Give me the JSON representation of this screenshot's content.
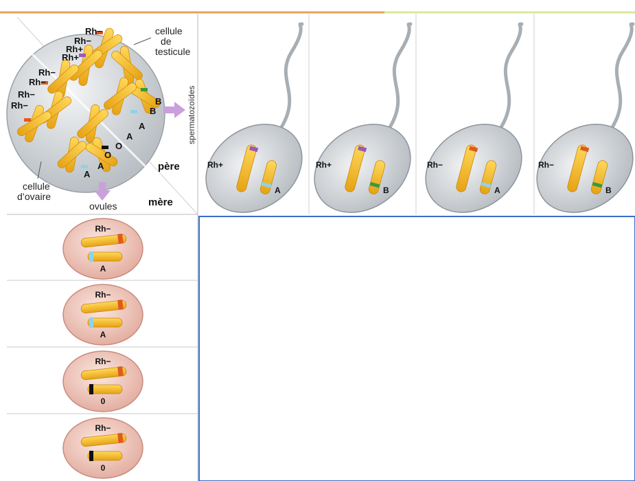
{
  "labels": {
    "testis_cell": [
      "cellule",
      "de",
      "testicule"
    ],
    "ovary_cell": [
      "cellule",
      "d’ovaire"
    ],
    "sperm_vertical": "spermatozoïdes",
    "ovules": "ovules",
    "father": "père",
    "mother": "mère"
  },
  "testis_chromosome_tags": [
    "Rh−",
    "Rh−",
    "Rh+",
    "Rh+",
    "B",
    "B",
    "A",
    "A"
  ],
  "ovary_chromosome_tags": [
    "Rh−",
    "Rh−",
    "Rh−",
    "Rh−",
    "O",
    "O",
    "A",
    "A"
  ],
  "sperm_cells": [
    {
      "rh": "Rh+",
      "blood": "A",
      "rh_color": "#9b59b6",
      "blood_color": "#8fd3e8"
    },
    {
      "rh": "Rh+",
      "blood": "B",
      "rh_color": "#9b59b6",
      "blood_color": "#3a9a3a"
    },
    {
      "rh": "Rh−",
      "blood": "A",
      "rh_color": "#e05a1e",
      "blood_color": "#8fd3e8"
    },
    {
      "rh": "Rh−",
      "blood": "B",
      "rh_color": "#e05a1e",
      "blood_color": "#3a9a3a"
    }
  ],
  "ovules_list": [
    {
      "rh": "Rh−",
      "blood": "A",
      "rh_color": "#e05a1e",
      "blood_color": "#8fd3e8"
    },
    {
      "rh": "Rh−",
      "blood": "A",
      "rh_color": "#e05a1e",
      "blood_color": "#8fd3e8"
    },
    {
      "rh": "Rh−",
      "blood": "0",
      "rh_color": "#e05a1e",
      "blood_color": "#111111"
    },
    {
      "rh": "Rh−",
      "blood": "0",
      "rh_color": "#e05a1e",
      "blood_color": "#111111"
    }
  ],
  "colors": {
    "chromosome": "#f2b51e",
    "cell_fill": "#d9dde0",
    "ovule_fill": "#f1c9bf",
    "arrow": "#c9a0dc",
    "grid_line": "#3a6ec8"
  }
}
